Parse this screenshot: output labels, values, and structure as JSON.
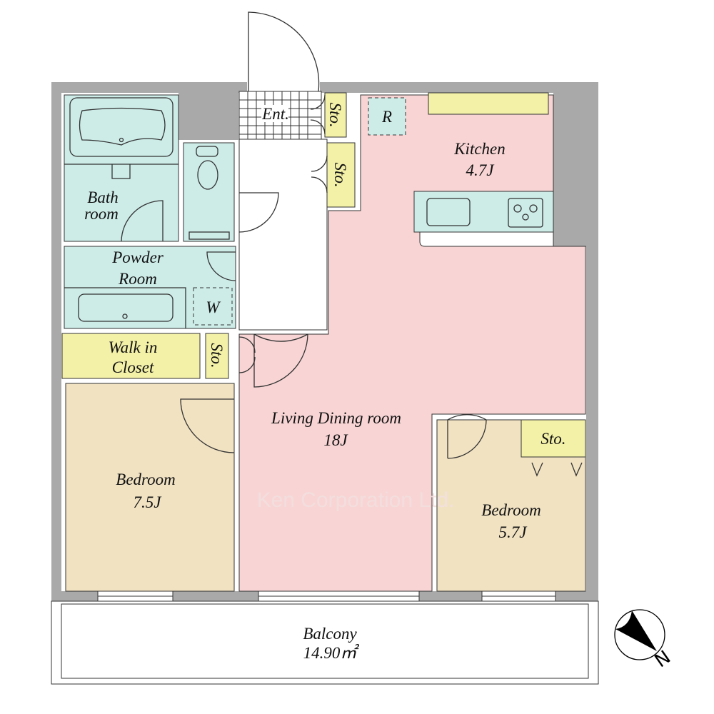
{
  "colors": {
    "ldk": "#f8d4d4",
    "wet": "#cdece8",
    "storage": "#f3f0a8",
    "bedroom": "#f1e2c2",
    "wall": "#a9a9a9"
  },
  "labels": {
    "entrance": "Ent.",
    "storage": "Sto.",
    "refrigerator": "R",
    "kitchen": "Kitchen",
    "kitchen_size": "4.7J",
    "bath_1": "Bath",
    "bath_2": "room",
    "powder_1": "Powder",
    "powder_2": "Room",
    "washer": "W",
    "wic_1": "Walk in",
    "wic_2": "Closet",
    "ldk": "Living Dining room",
    "ldk_size": "18J",
    "bedroom": "Bedroom",
    "bedroom1_size": "7.5J",
    "bedroom2_size": "5.7J",
    "balcony": "Balcony",
    "balcony_size": "14.90㎡",
    "north": "N"
  },
  "watermark": "Ken Corporation Ltd.",
  "compass": {
    "icon": "north-arrow-icon"
  }
}
